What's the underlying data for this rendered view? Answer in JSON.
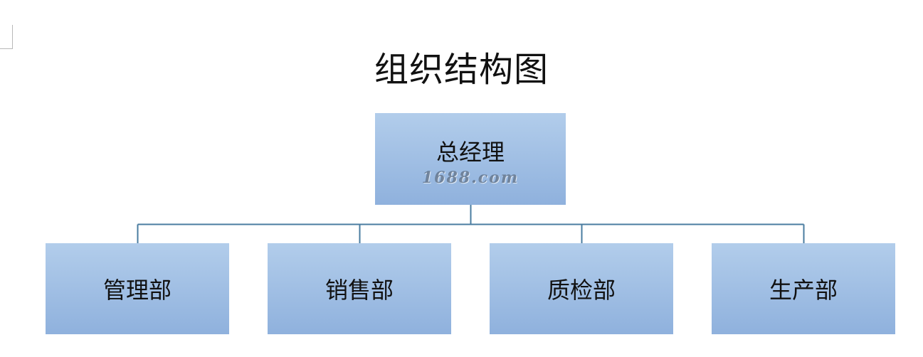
{
  "title": "组织结构图",
  "colors": {
    "box_top": "#b2cdeb",
    "box_bottom": "#8fb1dd",
    "connector": "#4a7ca0"
  },
  "root": {
    "label": "总经理",
    "watermark": "1688.com"
  },
  "children": [
    {
      "label": "管理部"
    },
    {
      "label": "销售部"
    },
    {
      "label": "质检部"
    },
    {
      "label": "生产部"
    }
  ]
}
